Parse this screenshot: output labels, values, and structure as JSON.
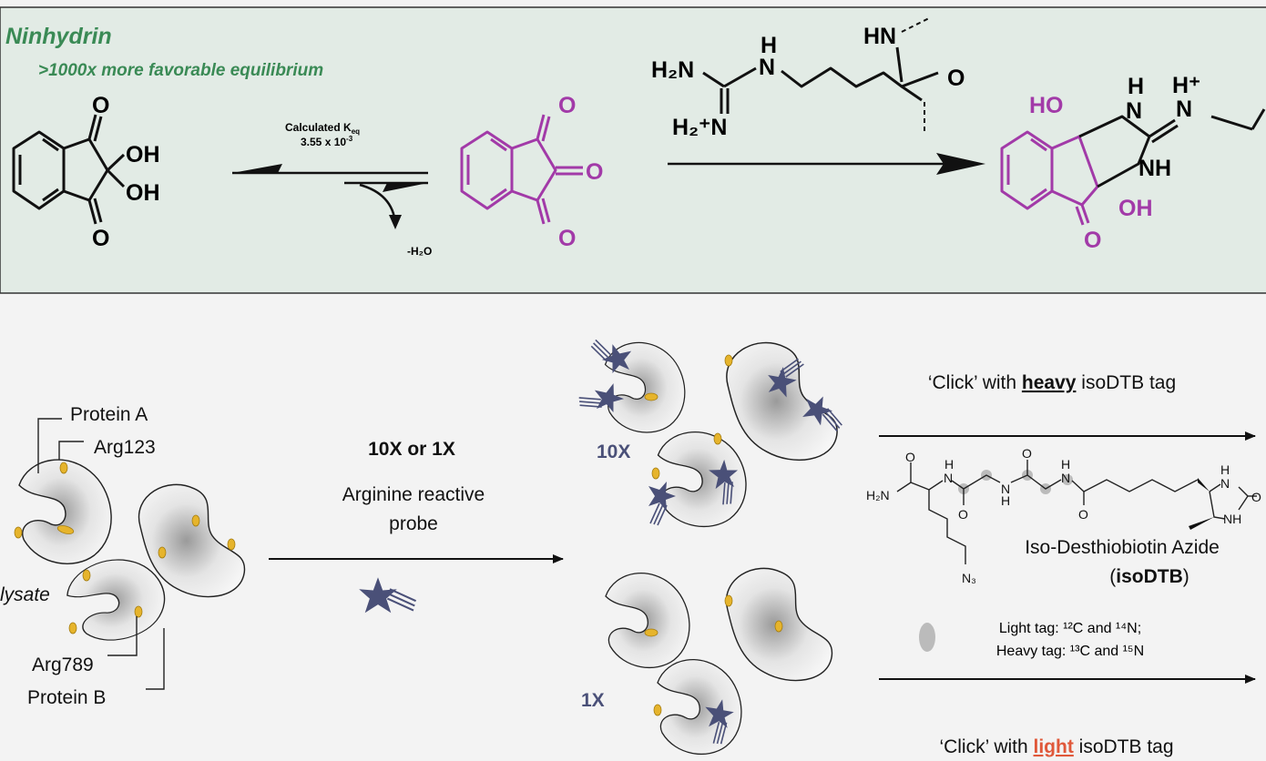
{
  "top_panel": {
    "title": "Ninhydrin",
    "subtitle": ">1000x more favorable equilibrium",
    "keq_label": "Calculated K",
    "keq_sub": "eq",
    "keq_value": "3.55 x 10",
    "keq_exp": "-3",
    "water_loss": "-H₂O",
    "atoms": {
      "O": "O",
      "OH": "OH",
      "HO": "HO",
      "H2N": "H₂N",
      "H2pN": "H₂⁺N",
      "N": "N",
      "H": "H",
      "HN": "HN",
      "NH": "NH",
      "Hp": "H⁺"
    },
    "colors": {
      "title": "#3a8a55",
      "product": "#a23aa8",
      "panel_bg": "#e2ebe5"
    }
  },
  "bottom_panel": {
    "protein_a": "Protein A",
    "arg123": "Arg123",
    "lysate": "lysate",
    "arg789": "Arg789",
    "protein_b": "Protein B",
    "dose": "10X or 1X",
    "probe_line1": "Arginine reactive",
    "probe_line2": "probe",
    "label_10x": "10X",
    "label_1x": "1X",
    "heavy_click": {
      "prefix": "‘Click’ with ",
      "emph": "heavy",
      "suffix": " isoDTB tag"
    },
    "light_click": {
      "prefix": "‘Click’ with ",
      "emph": "light",
      "suffix": " isoDTB tag"
    },
    "tag_name": "Iso-Desthiobiotin Azide",
    "tag_abbr_open": "(",
    "tag_abbr": "isoDTB",
    "tag_abbr_close": ")",
    "tag_atoms": {
      "H2N": "H₂N",
      "O": "O",
      "N": "N",
      "H": "H",
      "NH": "NH",
      "N3": "N₃"
    },
    "light_tag": "Light tag: ¹²C and ¹⁴N;",
    "heavy_tag": "Heavy tag: ¹³C and ¹⁵N",
    "colors": {
      "dose_label": "#4a5078",
      "light_emph": "#e0583a",
      "probe": "#4a5078",
      "arginine": "#e6b42c"
    }
  }
}
